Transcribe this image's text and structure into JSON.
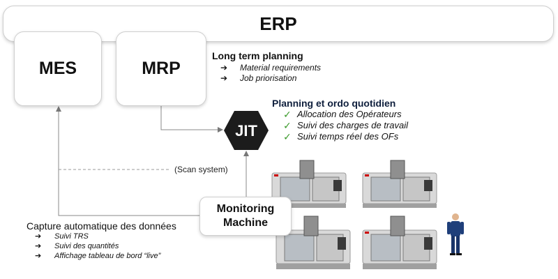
{
  "erp": {
    "label": "ERP"
  },
  "mes": {
    "label": "MES"
  },
  "mrp": {
    "label": "MRP"
  },
  "jit": {
    "label": "JIT"
  },
  "monitoring": {
    "line1": "Monitoring",
    "line2": "Machine"
  },
  "long_term": {
    "title": "Long term planning",
    "items": [
      "Material requirements",
      "Job priorisation"
    ]
  },
  "planning": {
    "title": "Planning et ordo quotidien",
    "items": [
      "Allocation des Opérateurs",
      "Suivi des charges de travail",
      "Suivi temps réel des OFs"
    ]
  },
  "capture": {
    "title": "Capture automatique des données",
    "items": [
      "Suivi TRS",
      "Suivi des quantités",
      "Affichage tableau de bord “live”"
    ]
  },
  "scan": {
    "label": "(Scan system)"
  },
  "icons": {
    "arrow": "right-arrow-icon",
    "check": "check-mark-icon"
  },
  "colors": {
    "check": "#3a9a2a",
    "jit_hex": "#1c1c1c",
    "planning_title": "#0f1f3d"
  }
}
